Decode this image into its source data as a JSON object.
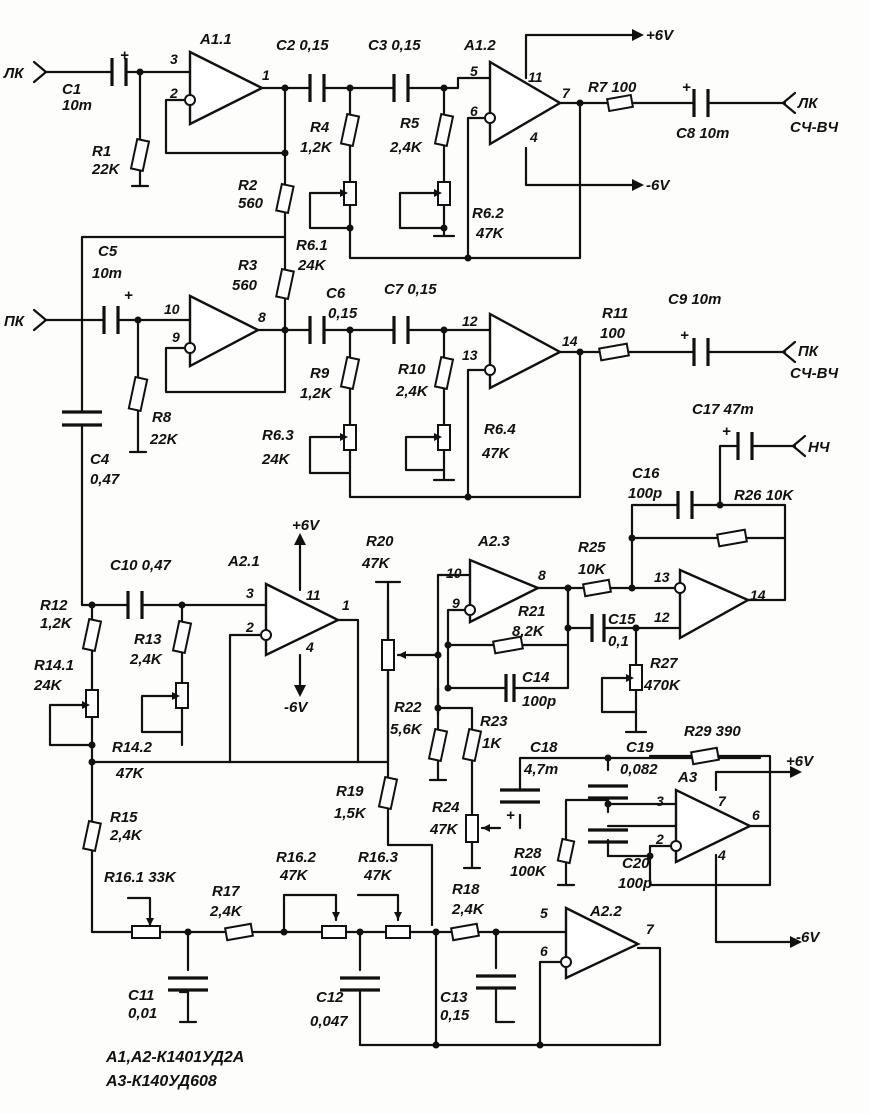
{
  "opamps": {
    "a11": "A1.1",
    "a12": "A1.2",
    "a21": "A2.1",
    "a22": "A2.2",
    "a23": "A2.3",
    "a3": "A3"
  },
  "terminals": {
    "in_l": "ЛК",
    "in_r": "ПК",
    "out_l1": "ЛК",
    "out_l2": "СЧ-ВЧ",
    "out_r1": "ПК",
    "out_r2": "СЧ-ВЧ",
    "out_lf": "НЧ",
    "p6a": "+6V",
    "n6a": "-6V",
    "p6b": "+6V",
    "n6b": "-6V",
    "p6c": "+6V",
    "n6c": "-6V"
  },
  "components": {
    "c1": "C1",
    "c1v": "10m",
    "r1": "R1",
    "r1v": "22K",
    "c2": "C2 0,15",
    "c3": "C3 0,15",
    "r2": "R2",
    "r2v": "560",
    "r3": "R3",
    "r3v": "560",
    "r4": "R4",
    "r4v": "1,2K",
    "r5": "R5",
    "r5v": "2,4K",
    "r61": "R6.1",
    "r61v": "24K",
    "r62": "R6.2",
    "r62v": "47K",
    "r7": "R7 100",
    "c8": "C8 10m",
    "c5": "C5",
    "c5v": "10m",
    "r8": "R8",
    "r8v": "22K",
    "c6": "C6",
    "c6v": "0,15",
    "c7": "C7 0,15",
    "r9": "R9",
    "r9v": "1,2K",
    "r10": "R10",
    "r10v": "2,4K",
    "r63": "R6.3",
    "r63v": "24K",
    "r64": "R6.4",
    "r64v": "47K",
    "r11": "R11",
    "r11v": "100",
    "c9": "C9 10m",
    "c4": "C4",
    "c4v": "0,47",
    "c17": "C17 47m",
    "c16": "C16",
    "c16v": "100p",
    "r26": "R26 10K",
    "c10": "C10 0,47",
    "r12": "R12",
    "r12v": "1,2K",
    "r13": "R13",
    "r13v": "2,4K",
    "r141": "R14.1",
    "r141v": "24K",
    "r142": "R14.2",
    "r142v": "47K",
    "r20": "R20",
    "r20v": "47K",
    "r25": "R25",
    "r25v": "10K",
    "r21": "R21",
    "r21v": "8,2K",
    "c15": "C15",
    "c15v": "0,1",
    "c14": "C14",
    "c14v": "100p",
    "r27": "R27",
    "r27v": "470K",
    "r22": "R22",
    "r22v": "5,6K",
    "r23": "R23",
    "r23v": "1K",
    "c18": "C18",
    "c18v": "4,7m",
    "c19": "C19",
    "c19v": "0,082",
    "r29": "R29 390",
    "r19": "R19",
    "r19v": "1,5K",
    "r24": "R24",
    "r24v": "47K",
    "r28": "R28",
    "r28v": "100K",
    "c20": "C20",
    "c20v": "100p",
    "r15": "R15",
    "r15v": "2,4K",
    "r161": "R16.1 33K",
    "r17": "R17",
    "r17v": "2,4K",
    "r162": "R16.2",
    "r162v": "47K",
    "r163": "R16.3",
    "r163v": "47K",
    "r18": "R18",
    "r18v": "2,4K",
    "c11": "C11",
    "c11v": "0,01",
    "c12": "C12",
    "c12v": "0,047",
    "c13": "C13",
    "c13v": "0,15"
  },
  "pins": {
    "a11_p3": "3",
    "a11_p2": "2",
    "a11_p1": "1",
    "a12_p5": "5",
    "a12_p6": "6",
    "a12_p11": "11",
    "a12_p7": "7",
    "a12_p4": "4",
    "b_p10": "10",
    "b_p9": "9",
    "b_p8": "8",
    "b_p12": "12",
    "b_p13": "13",
    "b_p14": "14",
    "a21_p3": "3",
    "a21_p2": "2",
    "a21_p11": "11",
    "a21_p4": "4",
    "a21_p1": "1",
    "a23_p10": "10",
    "a23_p9": "9",
    "a23_p8": "8",
    "lf_p13": "13",
    "lf_p12": "12",
    "lf_p14": "14",
    "a3_p3": "3",
    "a3_p2": "2",
    "a3_p7": "7",
    "a3_p6": "6",
    "a3_p4": "4",
    "a22_p5": "5",
    "a22_p6": "6",
    "a22_p7": "7"
  },
  "notes": {
    "line1": "A1,A2-К1401УД2А",
    "line2": "A3-К140УД608"
  },
  "colors": {
    "ink": "#111111",
    "paper": "#fdfdfb"
  }
}
